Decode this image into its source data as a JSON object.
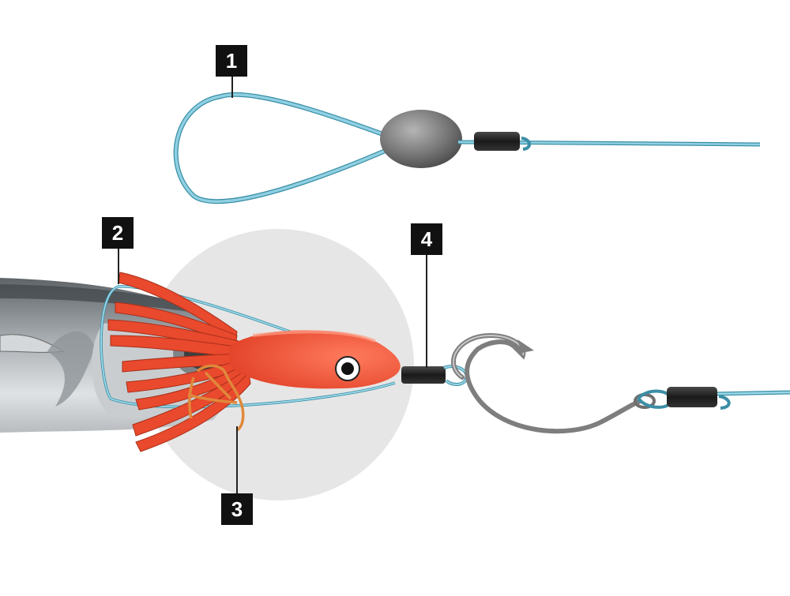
{
  "callouts": [
    {
      "label": "1"
    },
    {
      "label": "2"
    },
    {
      "label": "3"
    },
    {
      "label": "4"
    }
  ],
  "colors": {
    "leader_line": "#7cc3d6",
    "leader_line_dark": "#3b8ea5",
    "sinker": "#6f6f6f",
    "crimp_sleeve": "#1e1e1e",
    "skirt": "#f2553a",
    "skirt_dark": "#c83a22",
    "rigging_band": "#e58a3c",
    "hook": "#8a8a8a",
    "spotlight": "#e6e6e6",
    "bait_fish": "#9aa0a4"
  },
  "components": [
    "loop-leader",
    "egg-sinker",
    "crimp-sleeve",
    "bait-fish",
    "squid-skirt",
    "rigging-band",
    "circle-hook"
  ]
}
